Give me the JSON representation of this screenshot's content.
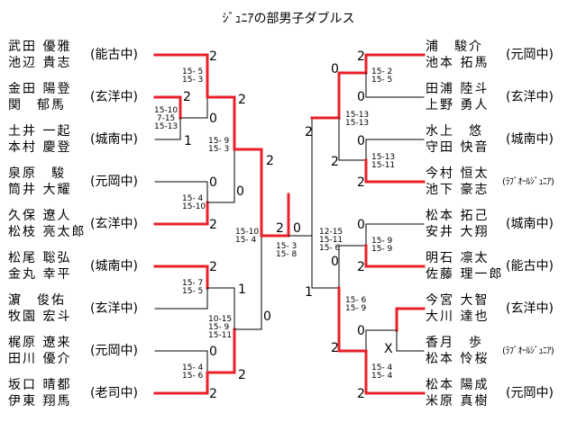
{
  "title": "ｼﾞｭﾆｱの部男子ダブルス",
  "colors": {
    "winner_line": "#e8202a",
    "line": "#000000"
  },
  "left_teams": [
    {
      "p1": "武田 優雅",
      "p2": "池辺 貴志",
      "school": "(能古中)"
    },
    {
      "p1": "金田 陽登",
      "p2": "関　郁馬",
      "school": "(玄洋中)"
    },
    {
      "p1": "土井 一起",
      "p2": "本村 慶登",
      "school": "(城南中)"
    },
    {
      "p1": "泉原　駿",
      "p2": "筒井 大耀",
      "school": "(元岡中)"
    },
    {
      "p1": "久保 遼人",
      "p2": "松枝 亮太郎",
      "school": "(玄洋中)"
    },
    {
      "p1": "松尾 聡弘",
      "p2": "金丸 幸平",
      "school": "(城南中)"
    },
    {
      "p1": "濵　俊佑",
      "p2": "牧園 宏斗",
      "school": "(玄洋中)"
    },
    {
      "p1": "梶原 遼来",
      "p2": "田川 優介",
      "school": "(元岡中)"
    },
    {
      "p1": "坂口 晴都",
      "p2": "伊東 翔馬",
      "school": "(老司中)"
    }
  ],
  "right_teams": [
    {
      "p1": "浦　駿介",
      "p2": "池本 拓馬",
      "school": "(元岡中)"
    },
    {
      "p1": "田浦 陸斗",
      "p2": "上野 勇人",
      "school": "(玄洋中)"
    },
    {
      "p1": "水上　悠",
      "p2": "守田 快音",
      "school": "(城南中)"
    },
    {
      "p1": "今村 恒太",
      "p2": "池下 豪志",
      "school": "(ﾗﾌﾞｵｰﾙｼﾞｭﾆｱ)"
    },
    {
      "p1": "松本 拓己",
      "p2": "安井 大翔",
      "school": "(城南中)"
    },
    {
      "p1": "明石 凛太",
      "p2": "佐藤 理一郎",
      "school": "(能古中)"
    },
    {
      "p1": "今宮 大智",
      "p2": "大川 達也",
      "school": "(玄洋中)"
    },
    {
      "p1": "香月　歩",
      "p2": "松本 怜桜",
      "school": "(ﾗﾌﾞｵｰﾙｼﾞｭﾆｱ)"
    },
    {
      "p1": "松本 陽成",
      "p2": "米原 真樹",
      "school": "(元岡中)"
    }
  ],
  "results": {
    "L1_top": "2",
    "L1_bot": "0",
    "L_pre_top": "2",
    "L_pre_bot": "1",
    "L2_top": "0",
    "L2_bot": "2",
    "L3_top": "2",
    "L3_bot": "1",
    "L4_top": "0",
    "L4_bot": "2",
    "LQF1_top": "2",
    "LQF1_bot": "0",
    "LQF2_top": "0",
    "LQF2_bot": "2",
    "LSF_top": "2",
    "LSF_bot": "0",
    "F_left": "2",
    "F_right": "0",
    "RSF_top": "2",
    "RSF_bot": "1",
    "RQF1_top": "0",
    "RQF1_bot": "2",
    "RQF2_top": "0",
    "RQF2_bot": "2",
    "R1_top": "2",
    "R1_bot": "0",
    "R2_top": "0",
    "R2_bot": "2",
    "R3_top": "0",
    "R3_bot": "2",
    "R4_top": "0",
    "R4_x": "X",
    "R4_bot": "2"
  },
  "scores": {
    "L1": "15- 5\n15- 3",
    "L_pre": "15-10\n 7-15\n15-13",
    "L2": "15- 4\n15-10",
    "L3": "15- 7\n15- 5",
    "L4": "15- 4\n15- 6",
    "LQF1": "15- 9\n15- 3",
    "LQF2": "10-15\n15- 9\n15-11",
    "LSF": "15-10\n15- 4",
    "F": "15- 3\n15- 8",
    "R1": "15- 2\n15- 5",
    "R2": "15-13\n15-11",
    "RQF1": "15-13\n15-13",
    "R3": "15- 9\n15- 9",
    "RSF": "12-15\n15-11\n15- 6",
    "R4": "15- 4\n15- 4",
    "RQF2": "15- 6\n15- 9"
  }
}
